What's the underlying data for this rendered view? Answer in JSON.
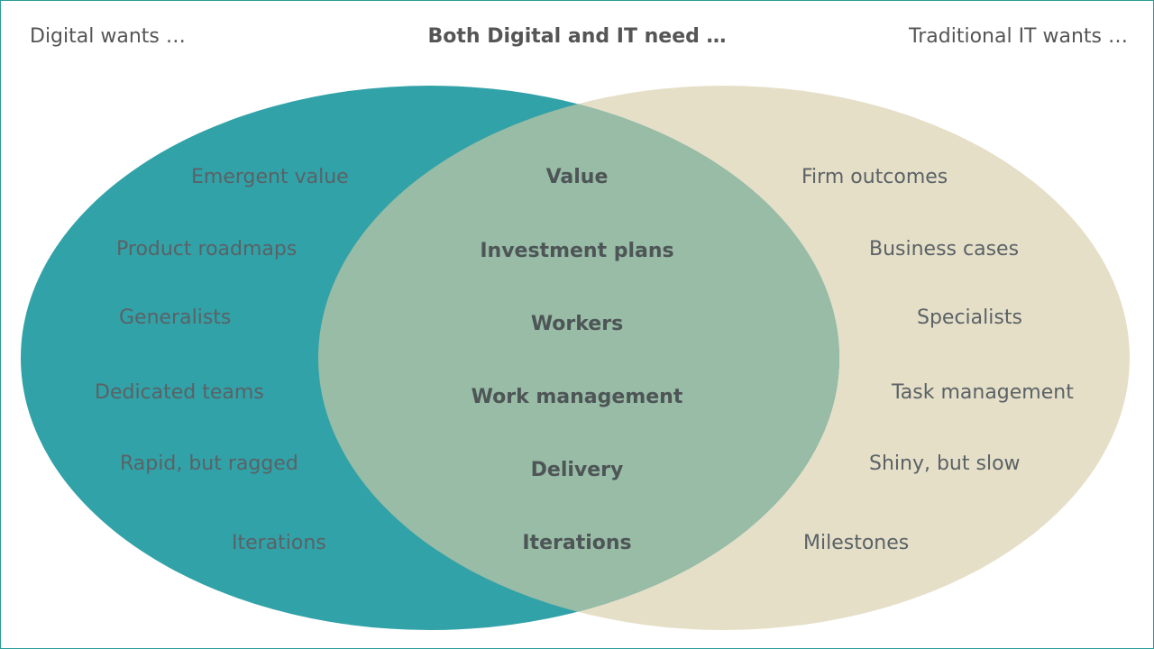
{
  "headings": {
    "left": "Digital wants …",
    "center": "Both Digital and IT need …",
    "right": "Traditional IT wants …"
  },
  "colors": {
    "left_circle": "#31a2a8",
    "right_circle": "#e6dfc8",
    "overlap": "#98bca6",
    "border": "#2a9d9a",
    "text": "#555555"
  },
  "left_items": [
    "Emergent value",
    "Product roadmaps",
    "Generalists",
    "Dedicated teams",
    "Rapid, but ragged",
    "Iterations"
  ],
  "center_items": [
    "Value",
    "Investment plans",
    "Workers",
    "Work management",
    "Delivery",
    "Iterations"
  ],
  "right_items": [
    "Firm outcomes",
    "Business cases",
    "Specialists",
    "Task management",
    "Shiny, but slow",
    "Milestones"
  ]
}
